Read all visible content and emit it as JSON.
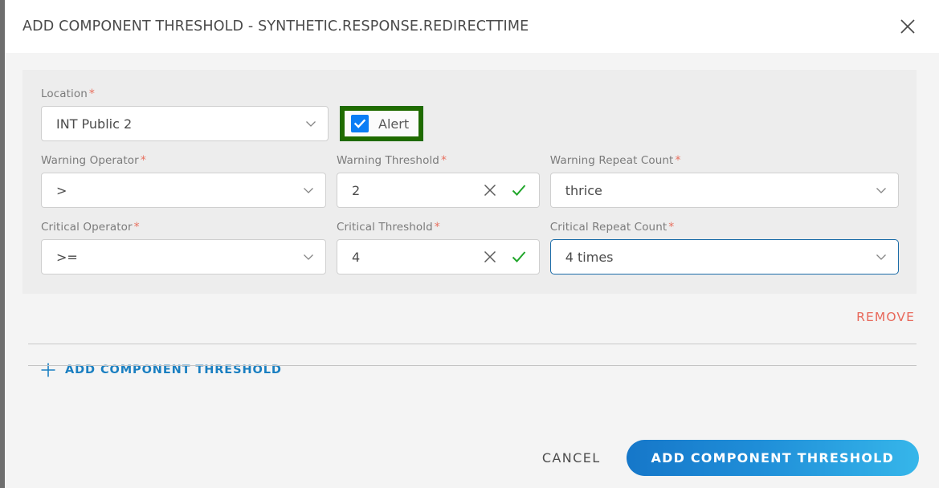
{
  "dialog": {
    "title": "ADD COMPONENT THRESHOLD - SYNTHETIC.RESPONSE.REDIRECTTIME",
    "close_icon": "close-icon"
  },
  "threshold": {
    "location": {
      "label": "Location",
      "required": "*",
      "value": "INT Public 2",
      "chevron_icon": "chevron-down-icon"
    },
    "alert": {
      "label": "Alert",
      "checked": true,
      "check_icon": "check-icon",
      "highlight_color": "#1f6b00",
      "checkbox_color": "#0b7ef5"
    },
    "warning_operator": {
      "label": "Warning Operator",
      "required": "*",
      "value": ">",
      "chevron_icon": "chevron-down-icon"
    },
    "warning_threshold": {
      "label": "Warning Threshold",
      "required": "*",
      "value": "2",
      "clear_icon": "close-x-icon",
      "valid_icon": "checkmark-icon",
      "valid_color": "#21a62b"
    },
    "warning_repeat_count": {
      "label": "Warning Repeat Count",
      "required": "*",
      "value": "thrice",
      "chevron_icon": "chevron-down-icon"
    },
    "critical_operator": {
      "label": "Critical Operator",
      "required": "*",
      "value": ">=",
      "chevron_icon": "chevron-down-icon"
    },
    "critical_threshold": {
      "label": "Critical Threshold",
      "required": "*",
      "value": "4",
      "clear_icon": "close-x-icon",
      "valid_icon": "checkmark-icon",
      "valid_color": "#21a62b"
    },
    "critical_repeat_count": {
      "label": "Critical Repeat Count",
      "required": "*",
      "value": "4 times",
      "chevron_icon": "chevron-down-icon",
      "focused": true,
      "focus_color": "#1b6ca8"
    },
    "remove_label": "REMOVE",
    "remove_color": "#e8685a"
  },
  "add_threshold": {
    "label": "ADD COMPONENT THRESHOLD",
    "plus_icon": "plus-icon",
    "color": "#1a7fc1"
  },
  "footer": {
    "cancel_label": "CANCEL",
    "submit_label": "ADD COMPONENT THRESHOLD",
    "submit_color": "#1f8ed8"
  }
}
